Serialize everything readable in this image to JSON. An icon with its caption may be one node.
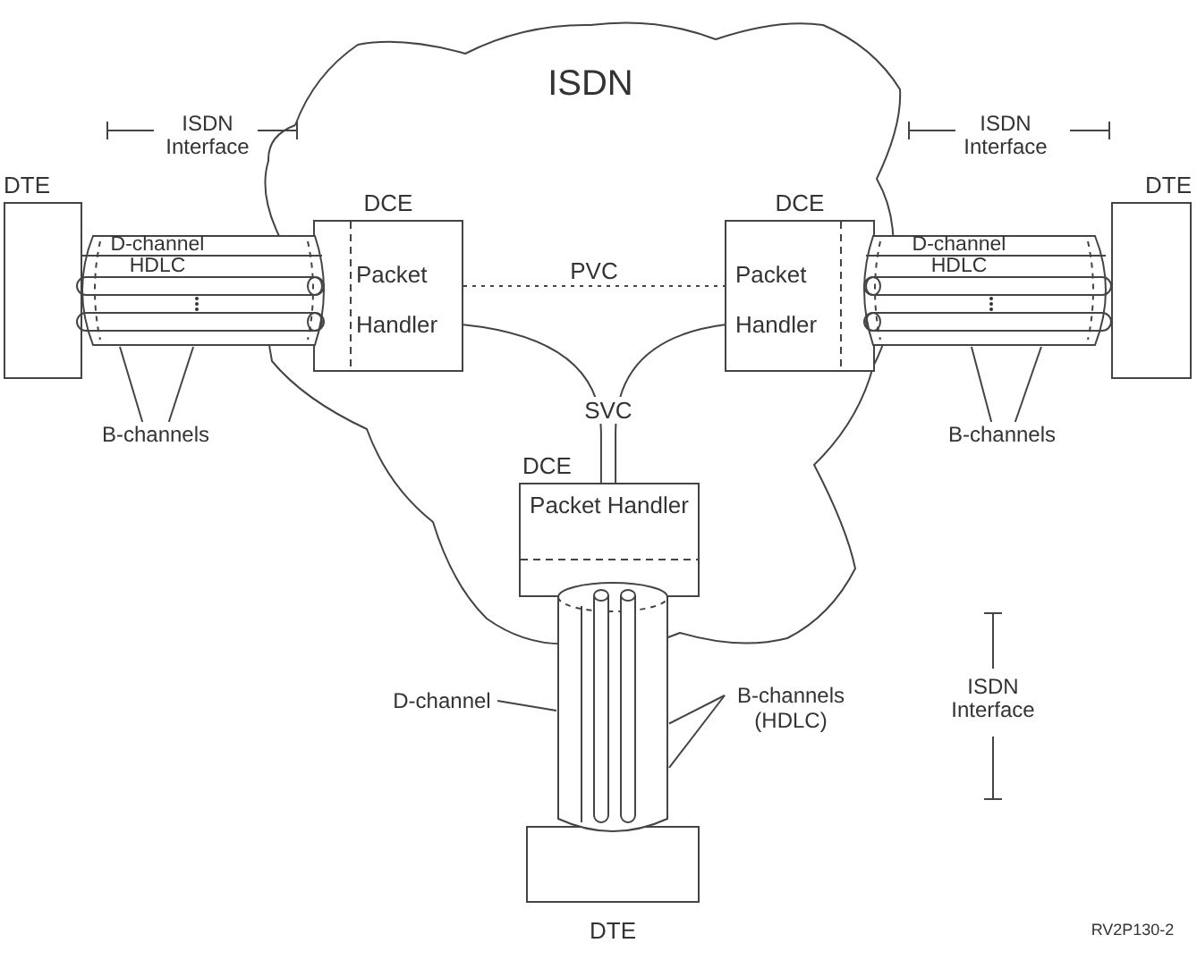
{
  "diagram": {
    "nodes": [
      {
        "text": [
          "ISDN"
        ]
      },
      {
        "text": [
          "DTE"
        ]
      },
      {
        "text": [
          "D-channel HDLC"
        ]
      },
      {
        "text": [
          "DCE",
          "Packet Handler"
        ],
        "in": 0
      },
      {
        "text": [
          "DCE",
          "Packet Handler"
        ],
        "in": 0
      },
      {
        "text": [
          "D-channel HDLC"
        ]
      },
      {
        "text": [
          "DTE"
        ]
      },
      {
        "text": [
          "B-channels"
        ]
      },
      {
        "text": [
          "B-channels"
        ]
      },
      {
        "text": [
          "DCE",
          "Packet Handler"
        ],
        "in": 0
      },
      {
        "text": [],
        "shape": "cylinder"
      },
      {
        "text": [
          "D-channel"
        ]
      },
      {
        "text": [
          "B-channels (HDLC)"
        ]
      },
      {
        "text": [
          "DTE"
        ]
      }
    ],
    "edges": [
      {
        "from": 3,
        "to": 4,
        "arrow": "none",
        "label": "PVC",
        "style": "dashed"
      },
      {
        "from": 3,
        "to": 9,
        "arrow": "none",
        "label": "SVC"
      },
      {
        "from": 4,
        "to": 9,
        "arrow": "none"
      },
      {
        "from": 7,
        "to": 2,
        "arrow": "none"
      },
      {
        "from": 7,
        "to": 2,
        "arrow": "none"
      },
      {
        "from": 8,
        "to": 5,
        "arrow": "none"
      },
      {
        "from": 8,
        "to": 5,
        "arrow": "none"
      },
      {
        "from": 11,
        "to": 10,
        "arrow": "none"
      },
      {
        "from": 12,
        "to": 10,
        "arrow": "none"
      },
      {
        "from": 12,
        "to": 10,
        "arrow": "none"
      }
    ],
    "labels": [
      "ISDN Interface",
      "ISDN Interface",
      "ISDN Interface",
      "RV2P130-2"
    ]
  }
}
